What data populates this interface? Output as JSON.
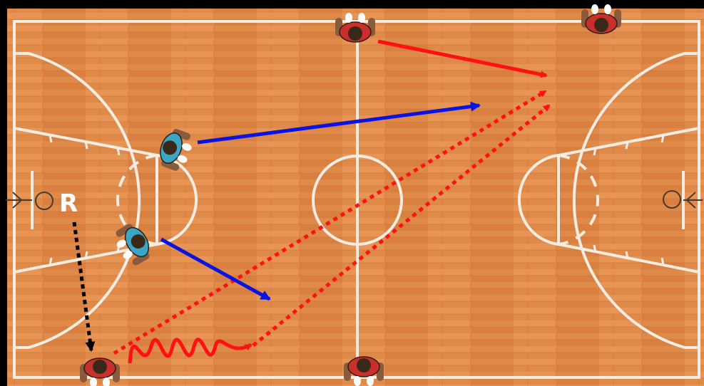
{
  "diagram": {
    "marker_label": "R",
    "colors": {
      "background": "#000000",
      "court_wood": "#e08a4a",
      "court_wood_dark": "#c96f33",
      "court_line": "#f5ece2",
      "pass_red": "#ff1111",
      "cut_blue": "#0a14e0",
      "screen_black": "#000000",
      "offense_jersey": "#c9302c",
      "defense_jersey": "#3aa6c4",
      "label_text": "#ffffff"
    },
    "players": [
      {
        "team": "offense",
        "icon": "player-red-icon"
      },
      {
        "team": "offense",
        "icon": "player-red-icon"
      },
      {
        "team": "offense",
        "icon": "player-red-icon"
      },
      {
        "team": "offense",
        "icon": "player-red-icon"
      },
      {
        "team": "defense",
        "icon": "player-blue-icon"
      },
      {
        "team": "defense",
        "icon": "player-blue-icon"
      }
    ]
  }
}
